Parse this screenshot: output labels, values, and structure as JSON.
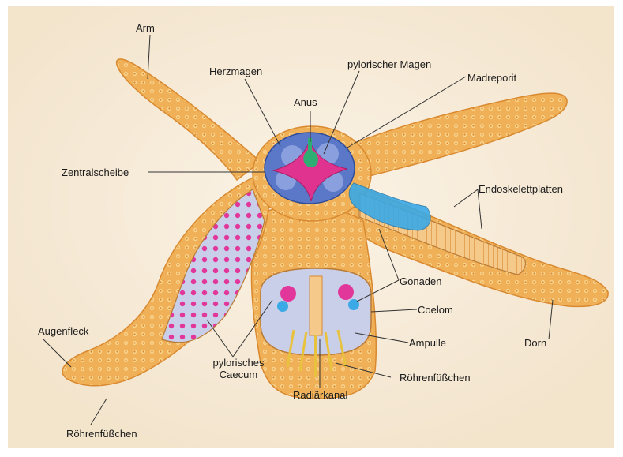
{
  "labels": {
    "arm": "Arm",
    "herzmagen": "Herzmagen",
    "pylorischer_magen": "pylorischer Magen",
    "madreporit": "Madreporit",
    "anus": "Anus",
    "zentralscheibe": "Zentralscheibe",
    "endoskelettplatten": "Endoskelettplatten",
    "gonaden": "Gonaden",
    "coelom": "Coelom",
    "ampulle": "Ampulle",
    "dorn": "Dorn",
    "augenfleck": "Augenfleck",
    "pylorisches_caecum_line1": "pylorisches",
    "pylorisches_caecum_line2": "Caecum",
    "roehrenfuesschen_right": "Röhrenfüßchen",
    "radiaerkanal": "Radiärkanal",
    "roehrenfuesschen_left": "Röhrenfüßchen"
  },
  "colors": {
    "body": "#f2b45a",
    "body_dark": "#d9892f",
    "spine": "#f7c978",
    "stomach_blue": "#5b78c8",
    "stomach_pink": "#e0338f",
    "anus_green": "#2fae74",
    "gonad_blue": "#3aa9e6",
    "caecum_pink": "#e2379a",
    "coelom_bg": "#c9cfe8",
    "leader": "#333333"
  }
}
